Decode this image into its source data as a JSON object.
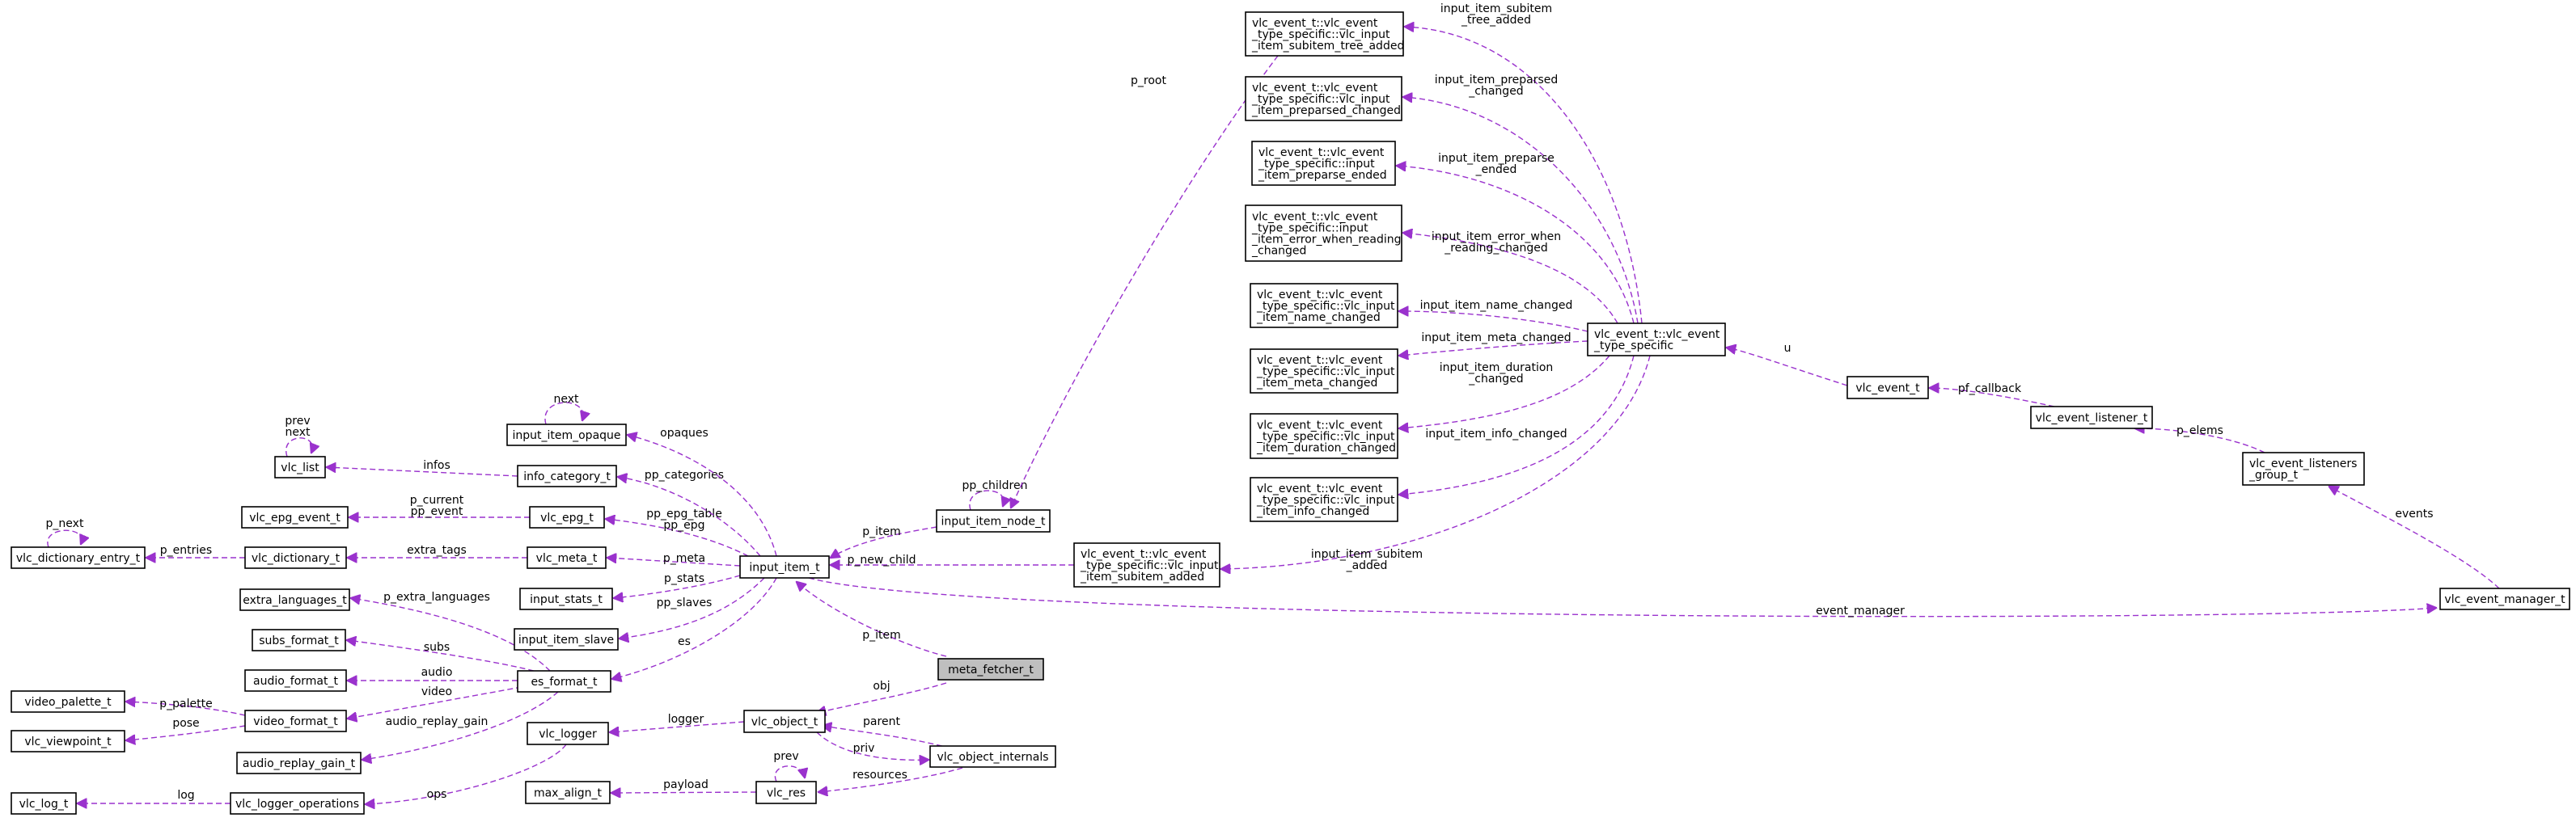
{
  "diagram": {
    "nodes": [
      {
        "id": "meta_fetcher_t",
        "lines": [
          "meta_fetcher_t"
        ],
        "highlighted": true
      },
      {
        "id": "input_item_t",
        "lines": [
          "input_item_t"
        ]
      },
      {
        "id": "vlc_object_t",
        "lines": [
          "vlc_object_t"
        ]
      },
      {
        "id": "vlc_object_internals",
        "lines": [
          "vlc_object_internals"
        ]
      },
      {
        "id": "vlc_res",
        "lines": [
          "vlc_res"
        ]
      },
      {
        "id": "max_align_t",
        "lines": [
          "max_align_t"
        ]
      },
      {
        "id": "vlc_logger",
        "lines": [
          "vlc_logger"
        ]
      },
      {
        "id": "vlc_logger_operations",
        "lines": [
          "vlc_logger_operations"
        ]
      },
      {
        "id": "vlc_log_t",
        "lines": [
          "vlc_log_t"
        ]
      },
      {
        "id": "es_format_t",
        "lines": [
          "es_format_t"
        ]
      },
      {
        "id": "audio_replay_gain_t",
        "lines": [
          "audio_replay_gain_t"
        ]
      },
      {
        "id": "video_format_t",
        "lines": [
          "video_format_t"
        ]
      },
      {
        "id": "video_palette_t",
        "lines": [
          "video_palette_t"
        ]
      },
      {
        "id": "vlc_viewpoint_t",
        "lines": [
          "vlc_viewpoint_t"
        ]
      },
      {
        "id": "audio_format_t",
        "lines": [
          "audio_format_t"
        ]
      },
      {
        "id": "subs_format_t",
        "lines": [
          "subs_format_t"
        ]
      },
      {
        "id": "extra_languages_t",
        "lines": [
          "extra_languages_t"
        ]
      },
      {
        "id": "input_item_slave",
        "lines": [
          "input_item_slave"
        ]
      },
      {
        "id": "input_stats_t",
        "lines": [
          "input_stats_t"
        ]
      },
      {
        "id": "vlc_meta_t",
        "lines": [
          "vlc_meta_t"
        ]
      },
      {
        "id": "vlc_dictionary_t",
        "lines": [
          "vlc_dictionary_t"
        ]
      },
      {
        "id": "vlc_dictionary_entry_t",
        "lines": [
          "vlc_dictionary_entry_t"
        ]
      },
      {
        "id": "vlc_epg_t",
        "lines": [
          "vlc_epg_t"
        ]
      },
      {
        "id": "vlc_epg_event_t",
        "lines": [
          "vlc_epg_event_t"
        ]
      },
      {
        "id": "info_category_t",
        "lines": [
          "info_category_t"
        ]
      },
      {
        "id": "vlc_list",
        "lines": [
          "vlc_list"
        ]
      },
      {
        "id": "input_item_opaque",
        "lines": [
          "input_item_opaque"
        ]
      },
      {
        "id": "input_item_node_t",
        "lines": [
          "input_item_node_t"
        ]
      },
      {
        "id": "ev_subitem_added",
        "lines": [
          "vlc_event_t::vlc_event",
          "_type_specific::vlc_input",
          "_item_subitem_added"
        ]
      },
      {
        "id": "ev_type_specific",
        "lines": [
          "vlc_event_t::vlc_event",
          "_type_specific"
        ]
      },
      {
        "id": "ev_subitem_tree_added",
        "lines": [
          "vlc_event_t::vlc_event",
          "_type_specific::vlc_input",
          "_item_subitem_tree_added"
        ]
      },
      {
        "id": "ev_preparsed_changed",
        "lines": [
          "vlc_event_t::vlc_event",
          "_type_specific::vlc_input",
          "_item_preparsed_changed"
        ]
      },
      {
        "id": "ev_preparse_ended",
        "lines": [
          "vlc_event_t::vlc_event",
          "_type_specific::input",
          "_item_preparse_ended"
        ]
      },
      {
        "id": "ev_error_when_reading",
        "lines": [
          "vlc_event_t::vlc_event",
          "_type_specific::input",
          "_item_error_when_reading",
          "_changed"
        ]
      },
      {
        "id": "ev_name_changed",
        "lines": [
          "vlc_event_t::vlc_event",
          "_type_specific::vlc_input",
          "_item_name_changed"
        ]
      },
      {
        "id": "ev_meta_changed",
        "lines": [
          "vlc_event_t::vlc_event",
          "_type_specific::vlc_input",
          "_item_meta_changed"
        ]
      },
      {
        "id": "ev_duration_changed",
        "lines": [
          "vlc_event_t::vlc_event",
          "_type_specific::vlc_input",
          "_item_duration_changed"
        ]
      },
      {
        "id": "ev_info_changed",
        "lines": [
          "vlc_event_t::vlc_event",
          "_type_specific::vlc_input",
          "_item_info_changed"
        ]
      },
      {
        "id": "vlc_event_t",
        "lines": [
          "vlc_event_t"
        ]
      },
      {
        "id": "vlc_event_listener_t",
        "lines": [
          "vlc_event_listener_t"
        ]
      },
      {
        "id": "vlc_event_listeners_group_t",
        "lines": [
          "vlc_event_listeners",
          "_group_t"
        ]
      },
      {
        "id": "vlc_event_manager_t",
        "lines": [
          "vlc_event_manager_t"
        ]
      }
    ],
    "edges": [
      {
        "id": "e-p_item-meta",
        "label": [
          "p_item"
        ]
      },
      {
        "id": "e-obj",
        "label": [
          "obj"
        ]
      },
      {
        "id": "e-parent",
        "label": [
          "parent"
        ]
      },
      {
        "id": "e-priv",
        "label": [
          "priv"
        ]
      },
      {
        "id": "e-resources",
        "label": [
          "resources"
        ]
      },
      {
        "id": "e-res-prev",
        "label": [
          "prev"
        ]
      },
      {
        "id": "e-payload",
        "label": [
          "payload"
        ]
      },
      {
        "id": "e-logger",
        "label": [
          "logger"
        ]
      },
      {
        "id": "e-ops",
        "label": [
          "ops"
        ]
      },
      {
        "id": "e-log",
        "label": [
          "log"
        ]
      },
      {
        "id": "e-es",
        "label": [
          "es"
        ]
      },
      {
        "id": "e-audio_replay_gain",
        "label": [
          "audio_replay_gain"
        ]
      },
      {
        "id": "e-video",
        "label": [
          "video"
        ]
      },
      {
        "id": "e-p_palette",
        "label": [
          "p_palette"
        ]
      },
      {
        "id": "e-pose",
        "label": [
          "pose"
        ]
      },
      {
        "id": "e-audio",
        "label": [
          "audio"
        ]
      },
      {
        "id": "e-subs",
        "label": [
          "subs"
        ]
      },
      {
        "id": "e-p_extra_languages",
        "label": [
          "p_extra_languages"
        ]
      },
      {
        "id": "e-pp_slaves",
        "label": [
          "pp_slaves"
        ]
      },
      {
        "id": "e-p_stats",
        "label": [
          "p_stats"
        ]
      },
      {
        "id": "e-p_meta",
        "label": [
          "p_meta"
        ]
      },
      {
        "id": "e-extra_tags",
        "label": [
          "extra_tags"
        ]
      },
      {
        "id": "e-p_entries",
        "label": [
          "p_entries"
        ]
      },
      {
        "id": "e-p_next",
        "label": [
          "p_next"
        ]
      },
      {
        "id": "e-pp_epg",
        "label": [
          "pp_epg_table",
          "pp_epg"
        ]
      },
      {
        "id": "e-p_event",
        "label": [
          "p_current",
          "pp_event"
        ]
      },
      {
        "id": "e-pp_categories",
        "label": [
          "pp_categories"
        ]
      },
      {
        "id": "e-infos",
        "label": [
          "infos"
        ]
      },
      {
        "id": "e-prev-next",
        "label": [
          "prev",
          "next"
        ]
      },
      {
        "id": "e-opaques",
        "label": [
          "opaques"
        ]
      },
      {
        "id": "e-opaque-next",
        "label": [
          "next"
        ]
      },
      {
        "id": "e-p_item-node",
        "label": [
          "p_item"
        ]
      },
      {
        "id": "e-pp_children",
        "label": [
          "pp_children"
        ]
      },
      {
        "id": "e-p_new_child",
        "label": [
          "p_new_child"
        ]
      },
      {
        "id": "e-p_root",
        "label": [
          "p_root"
        ]
      },
      {
        "id": "e-event_manager",
        "label": [
          "event_manager"
        ]
      },
      {
        "id": "e-subitem_added",
        "label": [
          "input_item_subitem",
          "_added"
        ]
      },
      {
        "id": "e-subitem_tree_added",
        "label": [
          "input_item_subitem",
          "_tree_added"
        ]
      },
      {
        "id": "e-preparsed_changed",
        "label": [
          "input_item_preparsed",
          "_changed"
        ]
      },
      {
        "id": "e-preparse_ended",
        "label": [
          "input_item_preparse",
          "_ended"
        ]
      },
      {
        "id": "e-error_when_reading",
        "label": [
          "input_item_error_when",
          "_reading_changed"
        ]
      },
      {
        "id": "e-name_changed",
        "label": [
          "input_item_name_changed"
        ]
      },
      {
        "id": "e-meta_changed",
        "label": [
          "input_item_meta_changed"
        ]
      },
      {
        "id": "e-duration_changed",
        "label": [
          "input_item_duration",
          "_changed"
        ]
      },
      {
        "id": "e-info_changed",
        "label": [
          "input_item_info_changed"
        ]
      },
      {
        "id": "e-u",
        "label": [
          "u"
        ]
      },
      {
        "id": "e-pf_callback",
        "label": [
          "pf_callback"
        ]
      },
      {
        "id": "e-p_elems",
        "label": [
          "p_elems"
        ]
      },
      {
        "id": "e-events",
        "label": [
          "events"
        ]
      }
    ]
  }
}
